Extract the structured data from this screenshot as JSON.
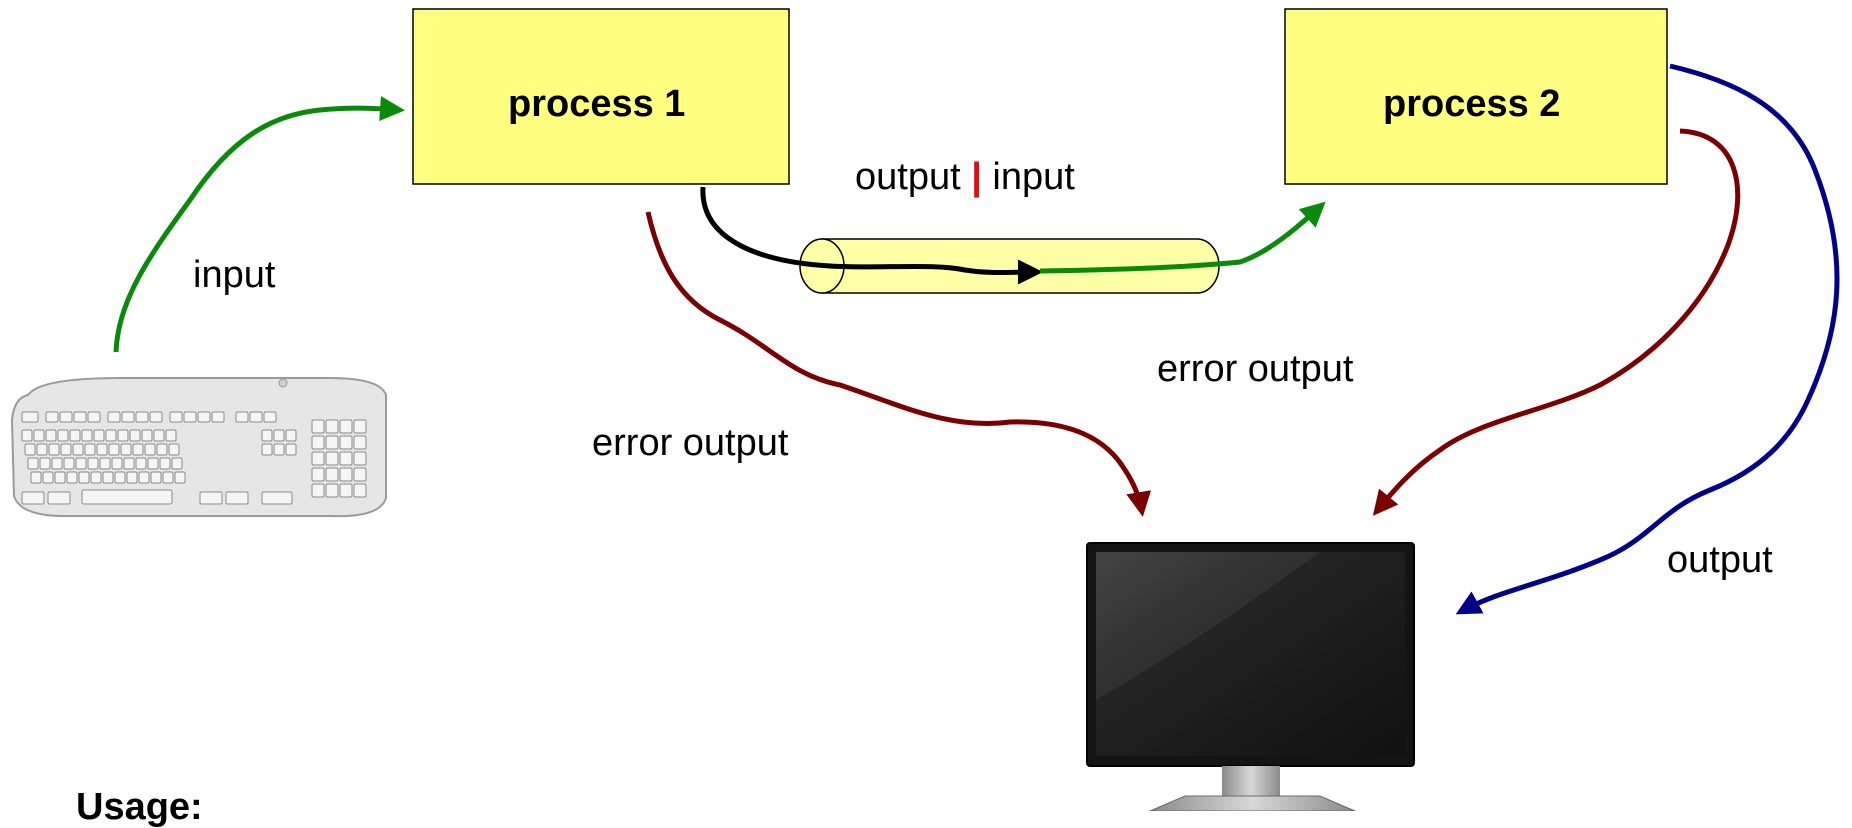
{
  "colors": {
    "box_fill": "#ffff80",
    "pipe_fill": "#ffffa8",
    "input_arrow": "#0a8a0a",
    "error_arrow": "#7a0000",
    "output_arrow": "#00008a",
    "pipe_flow": "#000000",
    "pipe_symbol": "#e01010"
  },
  "icons": {
    "keyboard": "keyboard-icon",
    "monitor": "monitor-icon"
  },
  "process1": {
    "label": "process 1"
  },
  "process2": {
    "label": "process 2"
  },
  "pipe": {
    "left": "output",
    "symbol": "|",
    "right": "input"
  },
  "labels": {
    "input": "input",
    "error_output_1": "error output",
    "error_output_2": "error output",
    "output": "output"
  },
  "usage": {
    "heading": "Usage:"
  }
}
